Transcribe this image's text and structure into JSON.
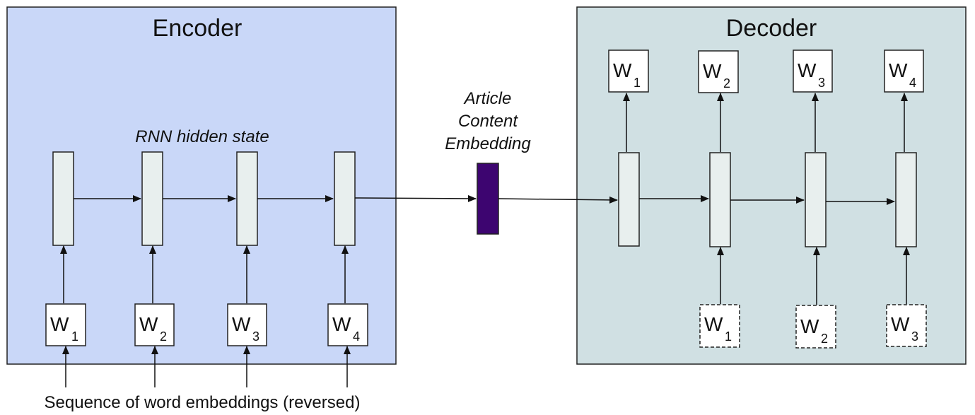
{
  "encoder": {
    "title": "Encoder",
    "hidden_state_label": "RNN hidden state",
    "inputs": [
      {
        "letter": "W",
        "index": "1"
      },
      {
        "letter": "W",
        "index": "2"
      },
      {
        "letter": "W",
        "index": "3"
      },
      {
        "letter": "W",
        "index": "4"
      }
    ],
    "caption": "Sequence of word embeddings (reversed)"
  },
  "middle": {
    "line1": "Article",
    "line2": "Content",
    "line3": "Embedding"
  },
  "decoder": {
    "title": "Decoder",
    "outputs": [
      {
        "letter": "W",
        "index": "1"
      },
      {
        "letter": "W",
        "index": "2"
      },
      {
        "letter": "W",
        "index": "3"
      },
      {
        "letter": "W",
        "index": "4"
      }
    ],
    "inputs": [
      {
        "letter": "W",
        "index": "1"
      },
      {
        "letter": "W",
        "index": "2"
      },
      {
        "letter": "W",
        "index": "3"
      }
    ]
  },
  "colors": {
    "encoder_bg": "#c9d7f8",
    "decoder_bg": "#d0e0e3",
    "hidden_cell": "#e8efee",
    "embedding": "#3d0570"
  }
}
